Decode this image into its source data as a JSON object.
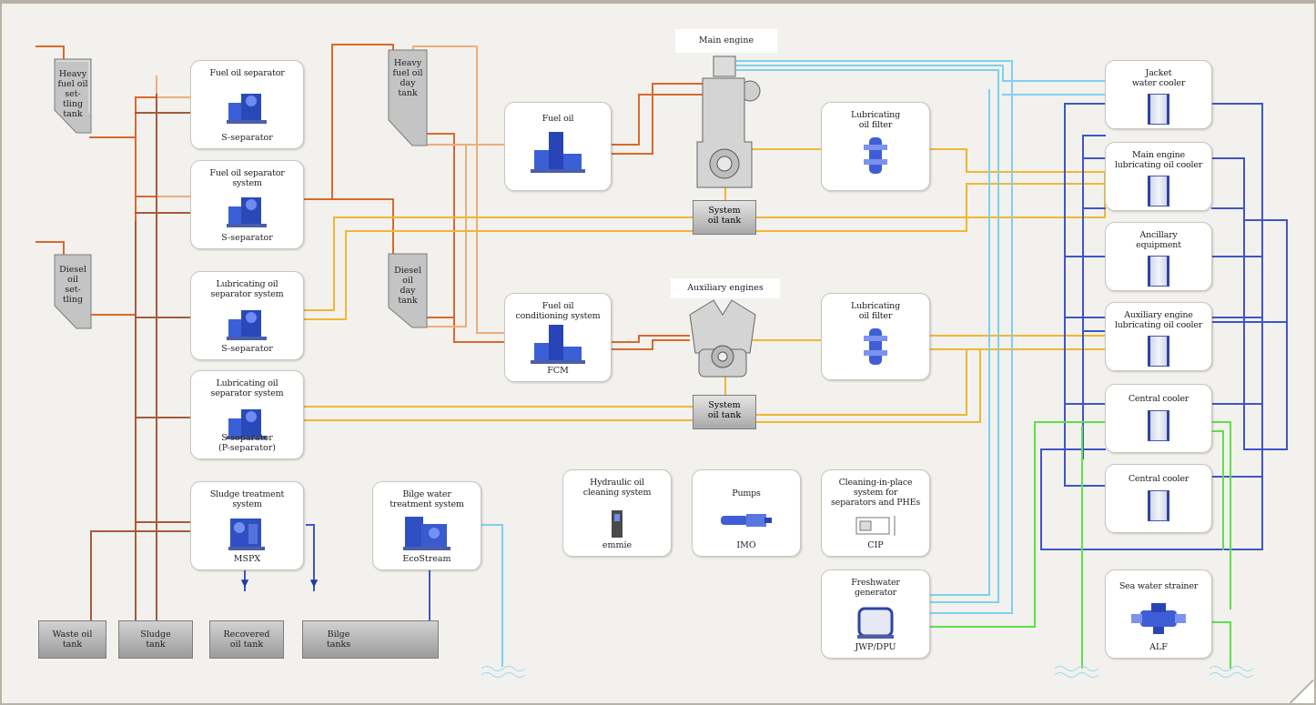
{
  "tanks": {
    "heavy_settling": "Heavy\nfuel oil\nset-\ntling\ntank",
    "diesel_settling": "Diesel\noil\nset-\ntling",
    "heavy_day": "Heavy\nfuel oil\nday\ntank",
    "diesel_day": "Diesel\noil\nday\ntank",
    "waste_oil": "Waste oil\ntank",
    "sludge": "Sludge\ntank",
    "recovered_oil": "Recovered\noil tank",
    "bilge": "Bilge\ntanks"
  },
  "separators": [
    {
      "title": "Fuel oil separator",
      "model": "S-separator"
    },
    {
      "title": "Fuel oil separator\nsystem",
      "model": "S-separator"
    },
    {
      "title": "Lubricating oil\nseparator system",
      "model": "S-separator"
    },
    {
      "title": "Lubricating oil\nseparator system",
      "model": "S-separator\n(P-separator)"
    }
  ],
  "sludge_treatment": {
    "title": "Sludge treatment\nsystem",
    "model": "MSPX"
  },
  "bilge_treatment": {
    "title": "Bilge water\ntreatment system",
    "model": "EcoStream"
  },
  "fuel_oil": {
    "title": "Fuel oil",
    "model": ""
  },
  "fuel_conditioning": {
    "title": "Fuel oil\nconditioning system",
    "model": "FCM"
  },
  "main_engine": "Main engine",
  "aux_engines": "Auxiliary engines",
  "system_oil_tank": "System\noil tank",
  "lube_filter_1": {
    "title": "Lubricating\noil filter"
  },
  "lube_filter_2": {
    "title": "Lubricating\noil filter"
  },
  "hydraulic": {
    "title": "Hydraulic oil\ncleaning system",
    "model": "emmie"
  },
  "pumps": {
    "title": "Pumps",
    "model": "IMO"
  },
  "cip": {
    "title": "Cleaning-in-place\nsystem for\nseparators and PHEs",
    "model": "CIP"
  },
  "freshwater": {
    "title": "Freshwater\ngenerator",
    "model": "JWP/DPU"
  },
  "coolers": [
    {
      "title": "Jacket\nwater cooler"
    },
    {
      "title": "Main engine\nlubricating oil cooler"
    },
    {
      "title": "Ancillary\nequipment"
    },
    {
      "title": "Auxiliary engine\nlubricating oil cooler"
    },
    {
      "title": "Central cooler"
    },
    {
      "title": "Central cooler"
    }
  ],
  "strainer": {
    "title": "Sea water strainer",
    "model": "ALF"
  },
  "colors": {
    "fuel_pipe": "#d9692a",
    "fuel_light": "#f0ad7c",
    "waste_pipe": "#a8593a",
    "lube_pipe": "#f2b632",
    "freshwater_pipe": "#7fd0ee",
    "cooling_pipe": "#3e55c7",
    "seawater_pipe": "#5fe04a",
    "background": "#f2f1ed"
  }
}
